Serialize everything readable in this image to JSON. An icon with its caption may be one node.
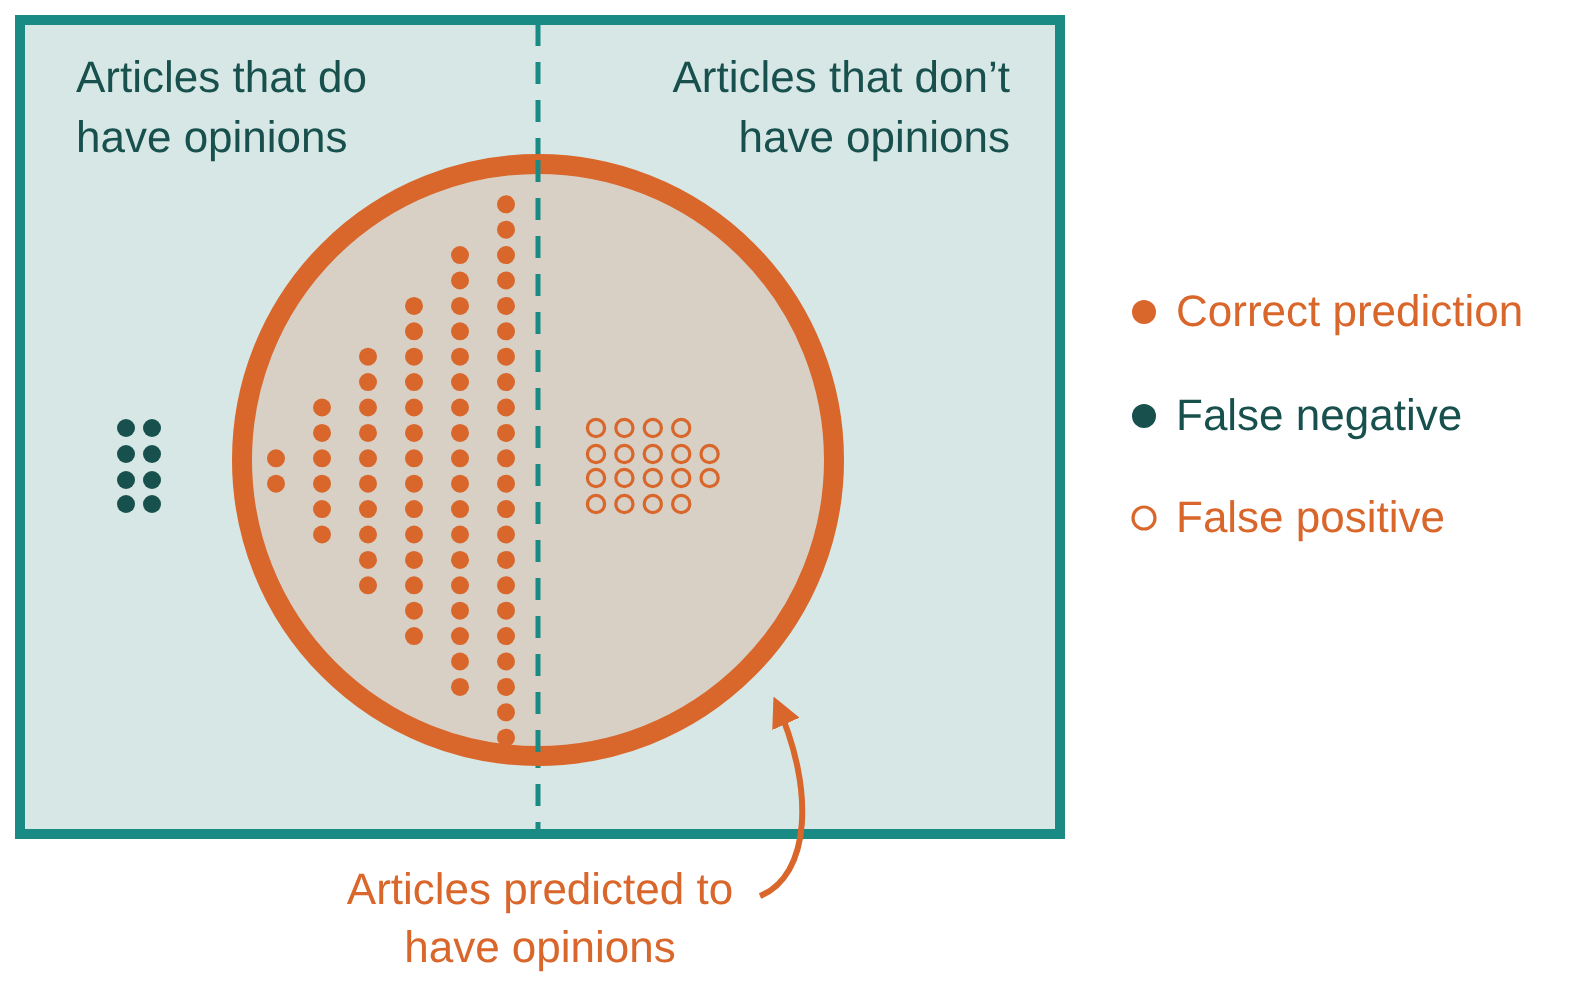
{
  "diagram": {
    "nodes": [
      {
        "text": [
          "Articles that do have opinions"
        ]
      },
      {
        "text": [
          "Articles that don’t have opinions"
        ]
      },
      {
        "text": [],
        "shape": "circle"
      },
      {
        "text": [
          "Articles predicted to have opinions"
        ]
      }
    ],
    "edges": [
      {
        "from": 3,
        "to": 2,
        "arrow": "to"
      }
    ],
    "legend": [
      {
        "text": "Correct prediction",
        "color": "#d9662a"
      },
      {
        "text": "False negative",
        "color": "#17504d"
      },
      {
        "text": "False positive"
      }
    ]
  }
}
